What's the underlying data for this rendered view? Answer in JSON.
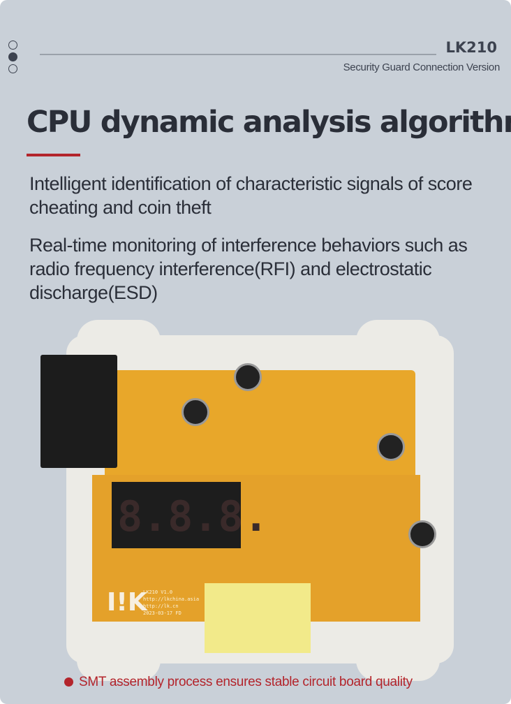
{
  "header": {
    "model": "LK210",
    "version": "Security Guard Connection Version"
  },
  "pager": {
    "total": 3,
    "active": 2
  },
  "title": "CPU dynamic analysis algorithm",
  "paragraphs": [
    "Intelligent identification of characteristic signals of score cheating and coin theft",
    "Real-time monitoring of interference behaviors such as radio frequency interference(RFI) and electrostatic discharge(ESD)"
  ],
  "board": {
    "logo": "LK",
    "silk": [
      "LK210 V1.0",
      "http://lkchina.asia",
      "http://lk.cn",
      "2023-03-17 FD"
    ],
    "display": "8.8.8."
  },
  "caption": "SMT assembly process ensures stable circuit board quality",
  "colors": {
    "background": "#c9d0d8",
    "accent": "#b3242b",
    "text": "#2a2e38"
  }
}
